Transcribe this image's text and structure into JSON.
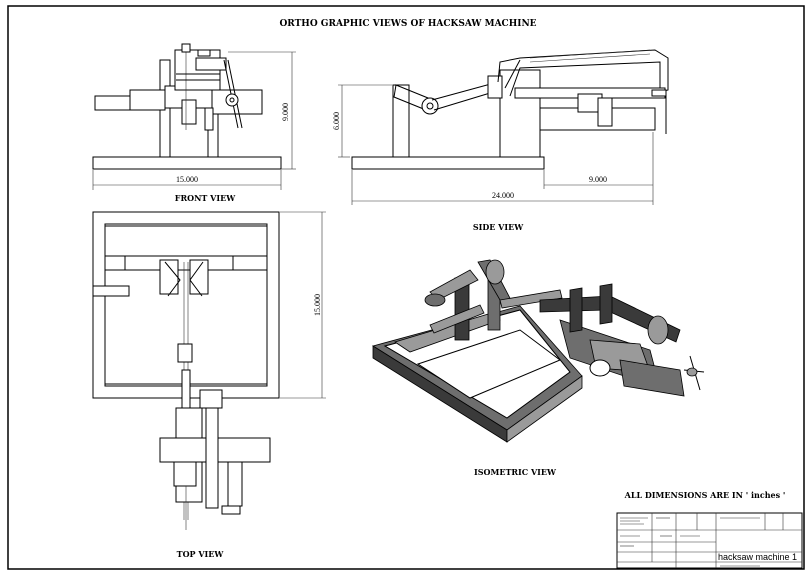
{
  "drawing": {
    "title": "ORTHO GRAPHIC VIEWS OF HACKSAW MACHINE",
    "views": {
      "front": "FRONT VIEW",
      "side": "SIDE VIEW",
      "top": "TOP VIEW",
      "iso": "ISOMETRIC VIEW"
    },
    "dimensions": {
      "front_width": "15.000",
      "front_height": "9.000",
      "side_height": "6.000",
      "side_length": "24.000",
      "side_partial": "9.000",
      "top_depth": "15.000"
    },
    "note": "ALL DIMENSIONS ARE IN ' inches '"
  },
  "title_block": {
    "part_name": "hacksaw machine 1"
  }
}
